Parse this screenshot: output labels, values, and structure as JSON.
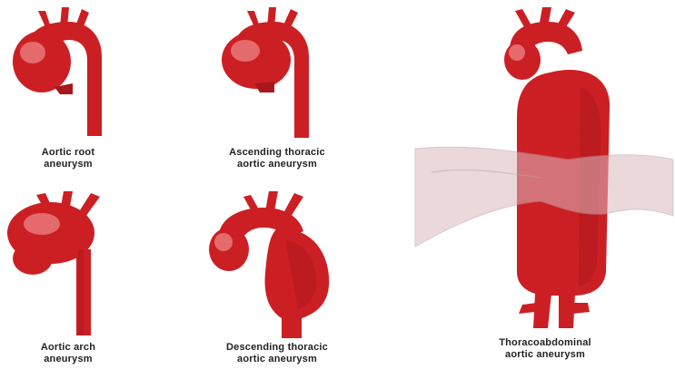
{
  "colors": {
    "aorta": "#cc1f24",
    "aorta_dark": "#9e1419",
    "aorta_highlight": "#f08a8c",
    "diaphragm": "#d9b9bf"
  },
  "diagrams": [
    {
      "id": "aortic-root",
      "caption_line1": "Aortic root",
      "caption_line2": "aneurysm"
    },
    {
      "id": "ascending-thoracic",
      "caption_line1": "Ascending thoracic",
      "caption_line2": "aortic aneurysm"
    },
    {
      "id": "aortic-arch",
      "caption_line1": "Aortic arch",
      "caption_line2": "aneurysm"
    },
    {
      "id": "descending-thoracic",
      "caption_line1": "Descending thoracic",
      "caption_line2": "aortic aneurysm"
    },
    {
      "id": "thoracoabdominal",
      "caption_line1": "Thoracoabdominal",
      "caption_line2": "aortic aneurysm"
    }
  ]
}
